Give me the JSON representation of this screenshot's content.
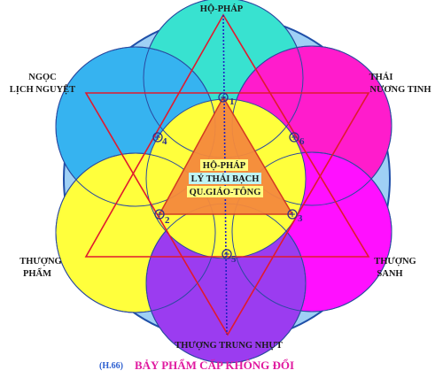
{
  "colors": {
    "outer_ring": "#9fd0f5",
    "outer_border": "#1f4fa8",
    "circle_top": "#38e2d0",
    "circle_upper_left": "#36b3f0",
    "circle_upper_right": "#ff1ccc",
    "circle_lower_left": "#ffff3c",
    "circle_lower_right": "#ff10ff",
    "circle_bottom": "#9b3cf0",
    "circle_center": "#ffff3c",
    "triangle": "#f58a3c",
    "star_lines": "#e01a2e",
    "dotted_axis": "#2020c0",
    "center_label_bg": "#ffff80",
    "center_label_bg2": "#bff4f4"
  },
  "labels": {
    "top": "HỘ-PHÁP",
    "upper_left_1": "NGỌC",
    "upper_left_2": "LỊCH NGUYỆT",
    "upper_right_1": "THÁI",
    "upper_right_2": "NƯƠNG TINH",
    "lower_left_1": "THƯỢNG",
    "lower_left_2": "PHẨM",
    "lower_right_1": "THƯỢNG",
    "lower_right_2": "SANH",
    "bottom": "THƯỢNG TRUNG NHỰT"
  },
  "center_box": {
    "line1": "HỘ-PHÁP",
    "line2": "LÝ THÁI BẠCH",
    "line3": "QU.GIÁO-TÔNG"
  },
  "points": [
    "1",
    "2",
    "3",
    "4",
    "5",
    "6"
  ],
  "caption": {
    "ref": "(H.66)",
    "title": "BẢY PHẨM CẤP KHÔNG ĐỔI"
  }
}
